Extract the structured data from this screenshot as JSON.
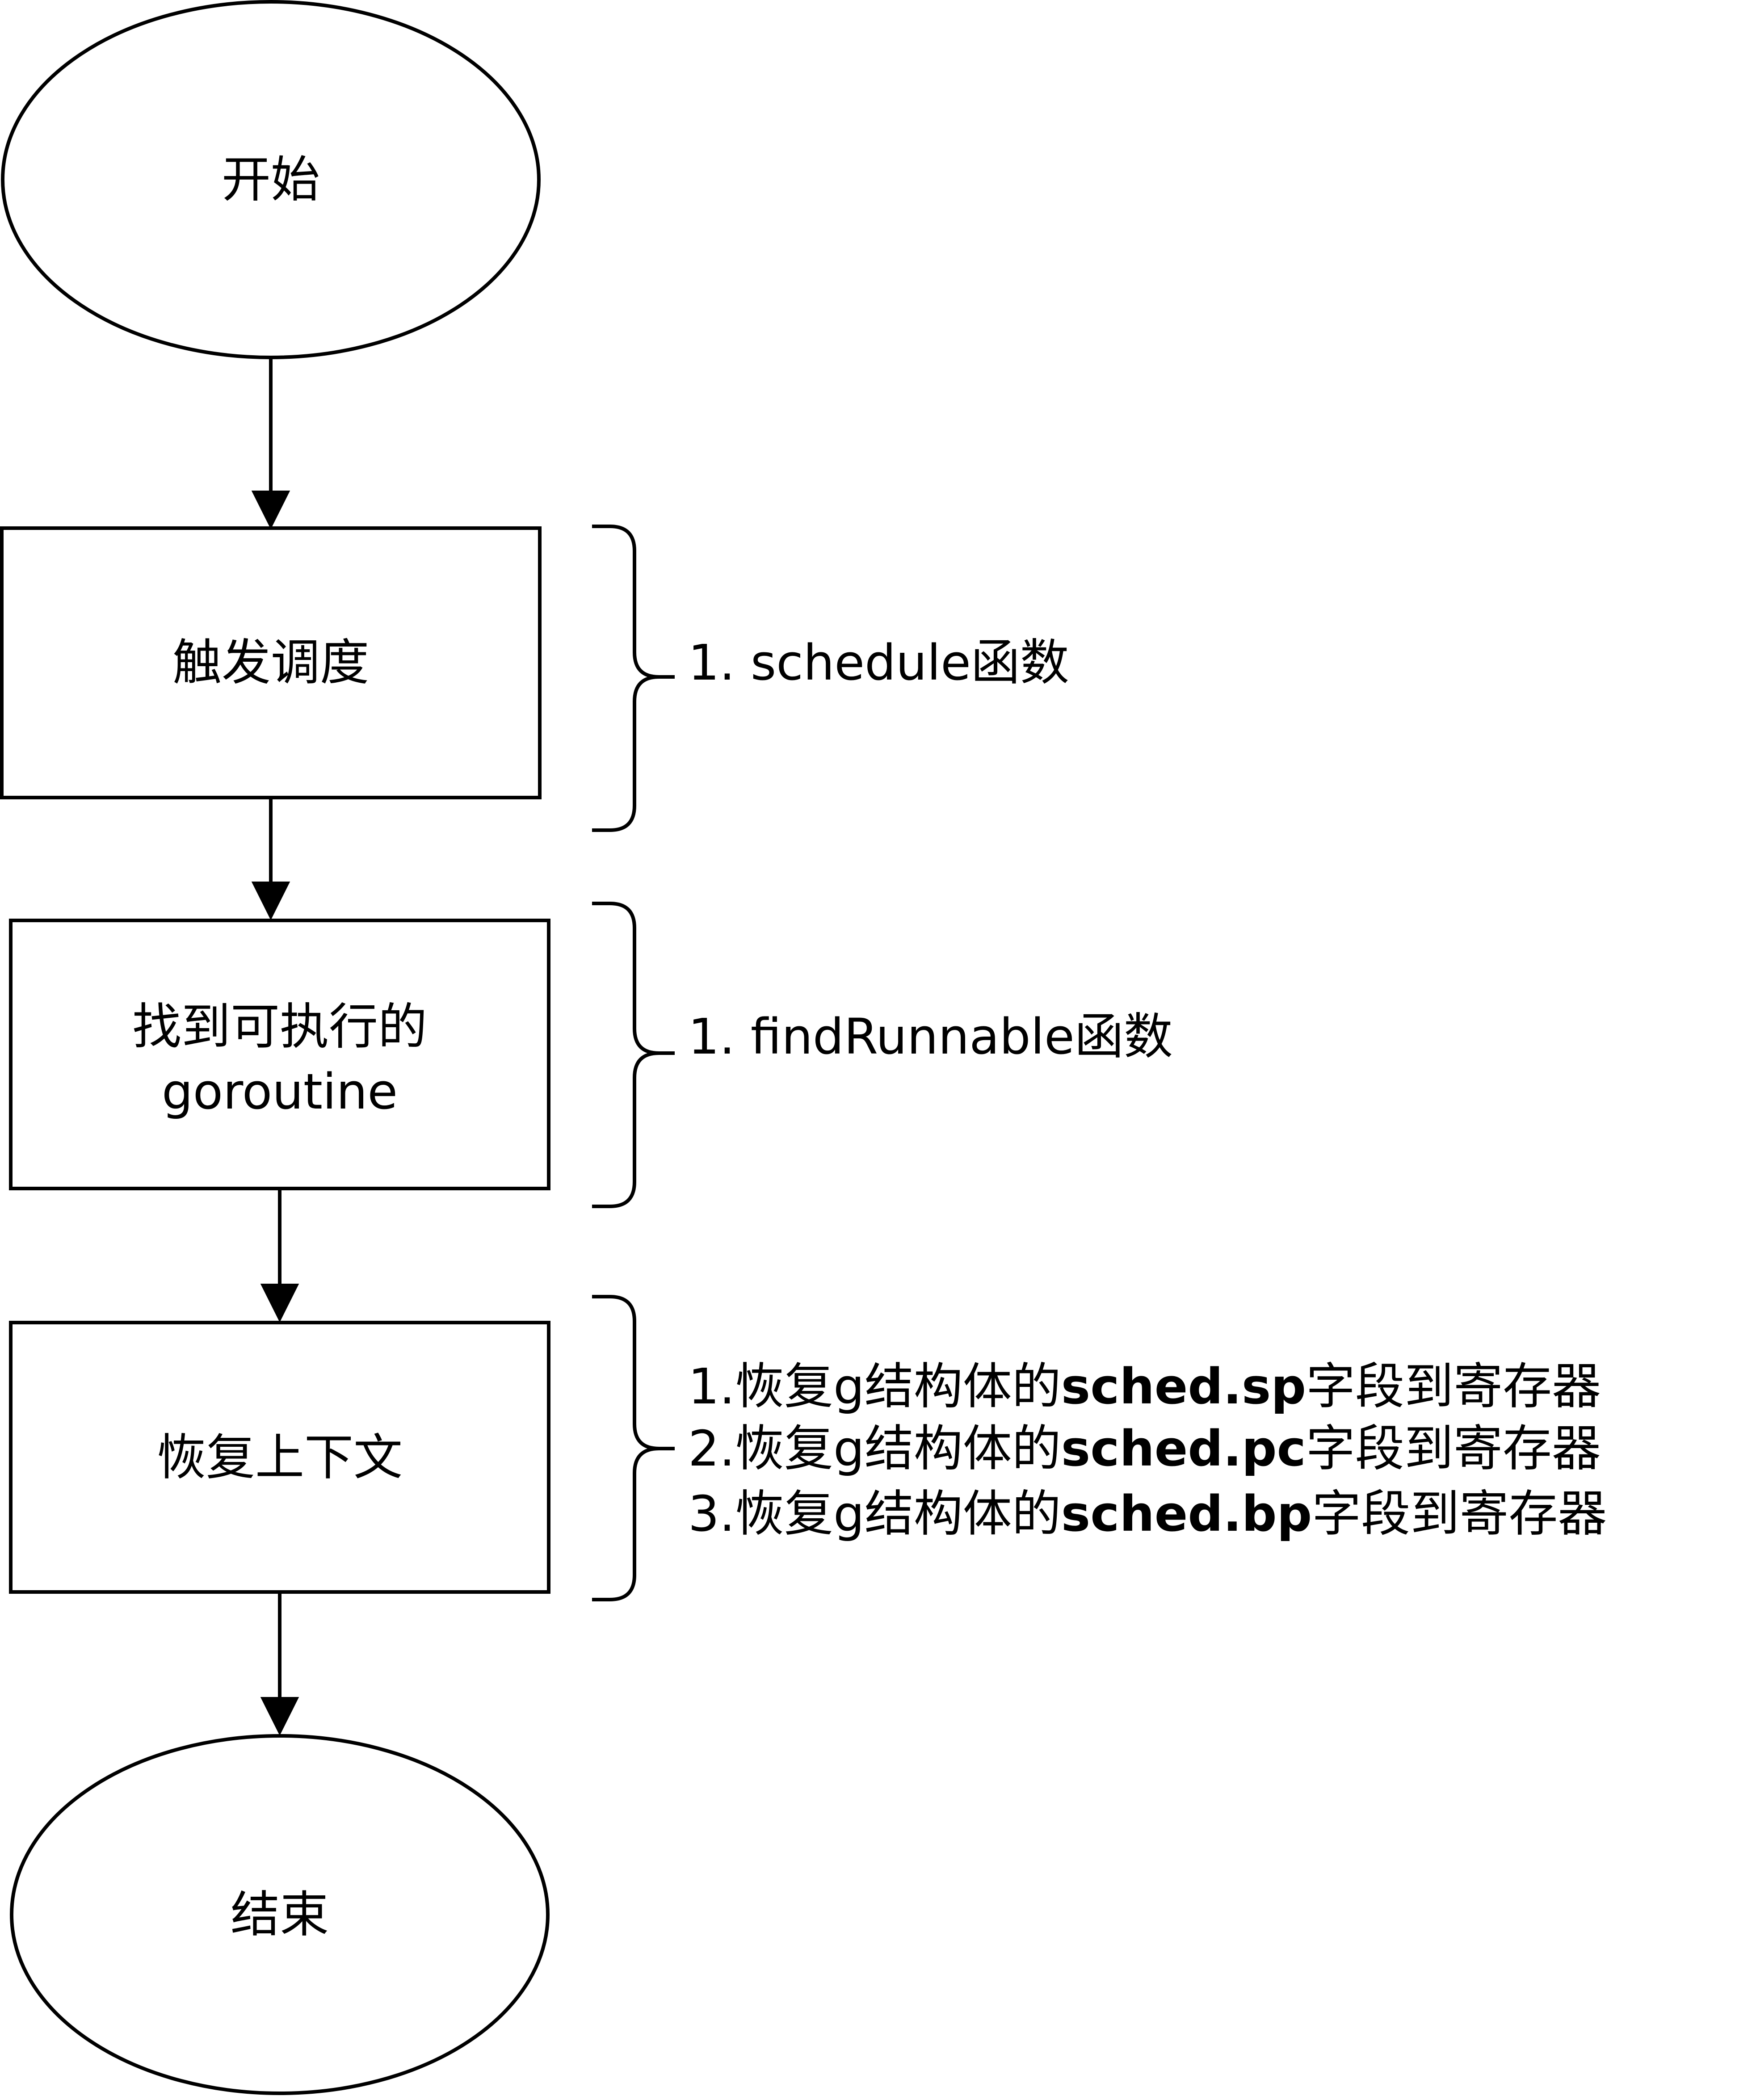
{
  "nodes": {
    "start": {
      "label": "开始"
    },
    "trigger": {
      "label": "触发调度"
    },
    "find": {
      "line1": "找到可执行的",
      "line2": "goroutine"
    },
    "restore": {
      "label": "恢复上下文"
    },
    "end": {
      "label": "结束"
    }
  },
  "notes": {
    "trigger": {
      "line1": "1.  schedule函数"
    },
    "find": {
      "line1": "1. findRunnable函数"
    },
    "restore": {
      "lines": [
        {
          "prefix": "1.恢复g结构体的",
          "bold": "sched.sp",
          "suffix": "字段到寄存器"
        },
        {
          "prefix": "2.恢复g结构体的",
          "bold": "sched.pc",
          "suffix": "字段到寄存器"
        },
        {
          "prefix": "3.恢复g结构体的",
          "bold": "sched.bp",
          "suffix": "字段到寄存器"
        }
      ]
    }
  }
}
